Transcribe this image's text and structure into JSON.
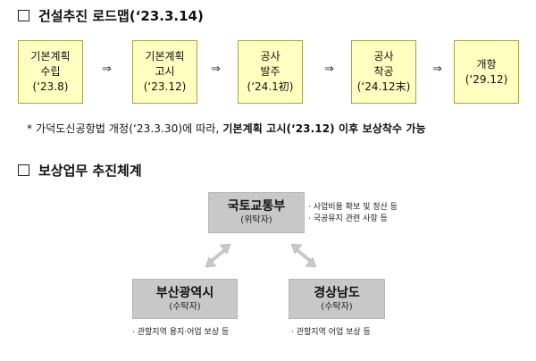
{
  "roadmap": {
    "title": "건설추진 로드맵(‘23.3.14)",
    "steps": [
      {
        "line1": "기본계획",
        "line2": "수립",
        "date": "(‘23.8)"
      },
      {
        "line1": "기본계획",
        "line2": "고시",
        "date": "(‘23.12)"
      },
      {
        "line1": "공사",
        "line2": "발주",
        "date": "(‘24.1初)"
      },
      {
        "line1": "공사",
        "line2": "착공",
        "date": "(‘24.12末)"
      },
      {
        "line1": "개항",
        "line2": "",
        "date": "(‘29.12)"
      }
    ],
    "arrow": "⇒",
    "footnote_prefix": "* 가덕도신공항법 개정(‘23.3.30)에 따라, ",
    "footnote_bold": "기본계획 고시(‘23.12) 이후 보상착수 가능"
  },
  "system": {
    "title": "보상업무 추진체계",
    "top": {
      "name": "국토교통부",
      "role": "(위탁자)",
      "notes": [
        "· 사업비용 확보 및 정산 등",
        "· 국공유지 관련 사항 등"
      ]
    },
    "left": {
      "name": "부산광역시",
      "role": "(수탁자)",
      "note": "· 관할지역 용지·어업 보상 등"
    },
    "right": {
      "name": "경상남도",
      "role": "(수탁자)",
      "note": "· 관할지역 어업 보상 등"
    }
  }
}
